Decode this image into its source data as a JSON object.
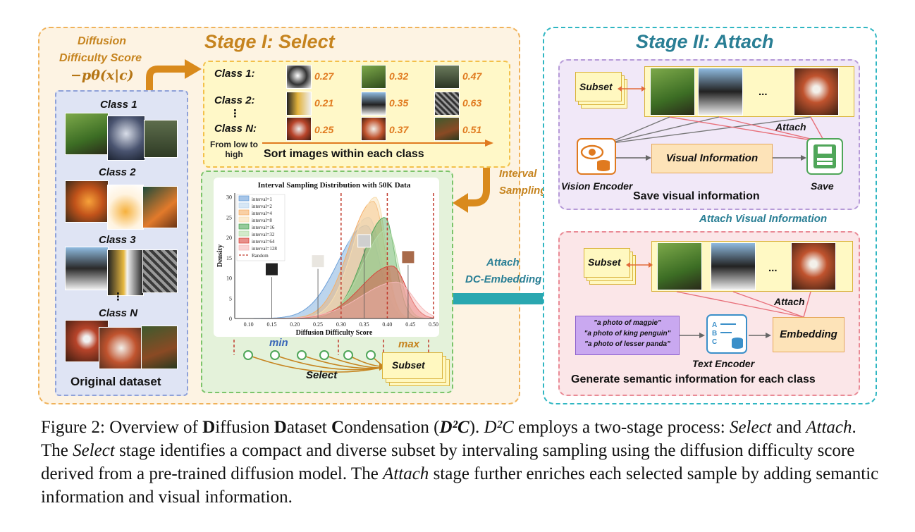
{
  "stage1": {
    "title": "Stage I: Select",
    "score_label_line1": "Diffusion",
    "score_label_line2": "Difficulty Score",
    "score_formula": "−pθ(x|c)",
    "original": {
      "class_labels": [
        "Class 1",
        "Class 2",
        "Class 3",
        "⋮",
        "Class N"
      ],
      "caption": "Original dataset"
    },
    "sort": {
      "rows": [
        {
          "label": "Class 1:",
          "scores": [
            "0.27",
            "0.32",
            "0.47"
          ]
        },
        {
          "label": "Class 2:",
          "scores": [
            "0.21",
            "0.35",
            "0.63"
          ]
        },
        {
          "label": "⋮",
          "scores": []
        },
        {
          "label": "Class N:",
          "scores": [
            "0.25",
            "0.37",
            "0.51"
          ]
        }
      ],
      "low_to_high": "From low to high",
      "caption": "Sort images within each class"
    },
    "interval_sampling_line1": "Interval",
    "interval_sampling_line2": "Sampling",
    "select": {
      "min_label": "min",
      "max_label": "max",
      "select_label": "Select",
      "subset_label": "Subset"
    }
  },
  "chart_data": {
    "type": "area",
    "title": "Interval Sampling Distribution with 50K Data",
    "xlabel": "Diffusion Difficulty Score",
    "ylabel": "Density",
    "xlim": [
      0.07,
      0.5
    ],
    "ylim": [
      0,
      31
    ],
    "xticks": [
      "0.10",
      "0.15",
      "0.20",
      "0.25",
      "0.30",
      "0.35",
      "0.40",
      "0.45",
      "0.50"
    ],
    "yticks": [
      "0",
      "5",
      "10",
      "15",
      "20",
      "25",
      "30"
    ],
    "legend_position": "top-left",
    "series": [
      {
        "name": "interval=1",
        "color": "#6b9fd8",
        "peak_x": 0.355,
        "peak_y": 23,
        "width": 0.028
      },
      {
        "name": "interval=2",
        "color": "#bcd7ee",
        "peak_x": 0.36,
        "peak_y": 25,
        "width": 0.026
      },
      {
        "name": "interval=4",
        "color": "#f5b069",
        "peak_x": 0.37,
        "peak_y": 29,
        "width": 0.024
      },
      {
        "name": "interval=8",
        "color": "#f8ddb0",
        "peak_x": 0.375,
        "peak_y": 30,
        "width": 0.022
      },
      {
        "name": "interval=16",
        "color": "#4fa659",
        "peak_x": 0.395,
        "peak_y": 25,
        "width": 0.022
      },
      {
        "name": "interval=32",
        "color": "#b5dca8",
        "peak_x": 0.4,
        "peak_y": 22,
        "width": 0.024
      },
      {
        "name": "interval=64",
        "color": "#d9463d",
        "peak_x": 0.41,
        "peak_y": 13,
        "width": 0.03
      },
      {
        "name": "interval=128",
        "color": "#f6b8b8",
        "peak_x": 0.42,
        "peak_y": 9,
        "width": 0.035
      },
      {
        "name": "Random",
        "color": "#c0392b",
        "dashed": true
      }
    ],
    "vertical_markers_x": [
      0.3,
      0.4,
      0.5
    ]
  },
  "link": {
    "attach_line1": "Attach",
    "attach_line2": "DC-Embedding",
    "attach_visual": "Attach Visual Information"
  },
  "stage2": {
    "title": "Stage II: Attach",
    "visual": {
      "subset_label": "Subset",
      "ellipsis": "...",
      "attach_label": "Attach",
      "vision_encoder": "Vision Encoder",
      "visual_information": "Visual Information",
      "save": "Save",
      "caption": "Save visual information"
    },
    "semantic": {
      "subset_label": "Subset",
      "ellipsis": "...",
      "attach_label": "Attach",
      "prompts": [
        "\"a photo of magpie\"",
        "\"a photo of king penguin\"",
        "\"a photo of lesser panda\""
      ],
      "text_encoder": "Text Encoder",
      "embedding": "Embedding",
      "caption": "Generate semantic information for each class"
    }
  },
  "caption": {
    "p1": "Figure 2: Overview of ",
    "D1": "D",
    "p2": "iffusion ",
    "D2": "D",
    "p3": "ataset ",
    "C1": "C",
    "p4": "ondensation (",
    "d2c_bold": "D²C",
    "p5": "). ",
    "d2c_it": "D²C",
    "p6": " employs a two-stage process: ",
    "select_it": "Select",
    "p7": " and ",
    "attach_it": "Attach",
    "p8": ". The ",
    "select_it2": "Select",
    "p9": " stage identifies a compact and diverse subset by intervaling sampling using the diffusion difficulty score derived from a pre-trained diffusion model. The ",
    "attach_it2": "Attach",
    "p10": " stage further enriches each selected sample by adding semantic information and visual information."
  },
  "colors": {
    "stage1_accent": "#c6841f",
    "stage2_accent": "#2a7f95",
    "arrow_orange": "#d98a1c",
    "arrow_teal": "#2aa7b0",
    "score_orange": "#e07a1f"
  },
  "icons": [
    "eye-database-icon",
    "floppy-save-icon",
    "text-document-database-icon"
  ]
}
